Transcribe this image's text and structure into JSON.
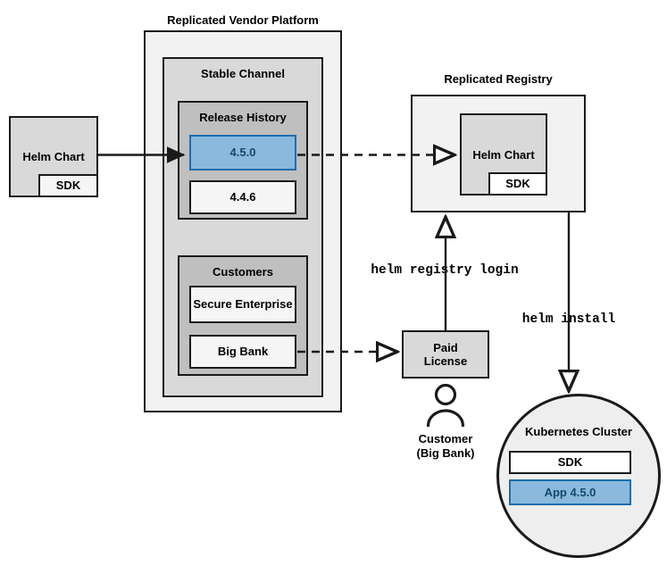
{
  "diagram": {
    "title_vendor_platform": "Replicated Vendor Platform",
    "title_registry": "Replicated Registry",
    "vendor_platform": {
      "stable_channel": {
        "label": "Stable Channel",
        "release_history": {
          "label": "Release History",
          "releases": [
            {
              "version": "4.5.0",
              "highlighted": true
            },
            {
              "version": "4.4.6",
              "highlighted": false
            }
          ]
        },
        "customers": {
          "label": "Customers",
          "entries": [
            {
              "name": "Secure Enterprise"
            },
            {
              "name": "Big Bank"
            }
          ]
        }
      }
    },
    "source_chart": {
      "label": "Helm Chart",
      "sdk_label": "SDK"
    },
    "registry_chart": {
      "label": "Helm Chart",
      "sdk_label": "SDK"
    },
    "paid_license": {
      "label": "Paid\nLicense",
      "line1": "Paid",
      "line2": "License"
    },
    "customer": {
      "line1": "Customer",
      "line2": "(Big Bank)",
      "icon": "person-icon"
    },
    "kubernetes_cluster": {
      "label": "Kubernetes Cluster",
      "workloads": [
        {
          "name": "SDK",
          "highlighted": false
        },
        {
          "name": "App 4.5.0",
          "highlighted": true
        }
      ]
    },
    "commands": {
      "registry_login": "helm registry login",
      "install": "helm install"
    },
    "colors": {
      "accent_blue_fill": "#8ab9dd",
      "accent_blue_border": "#1f6cab",
      "accent_blue_text": "#15486f",
      "outline": "#1a1a1a",
      "panel_light": "#f2f2f2",
      "panel_mid": "#d9d9d9",
      "panel_dark": "#bfbfbf"
    }
  }
}
